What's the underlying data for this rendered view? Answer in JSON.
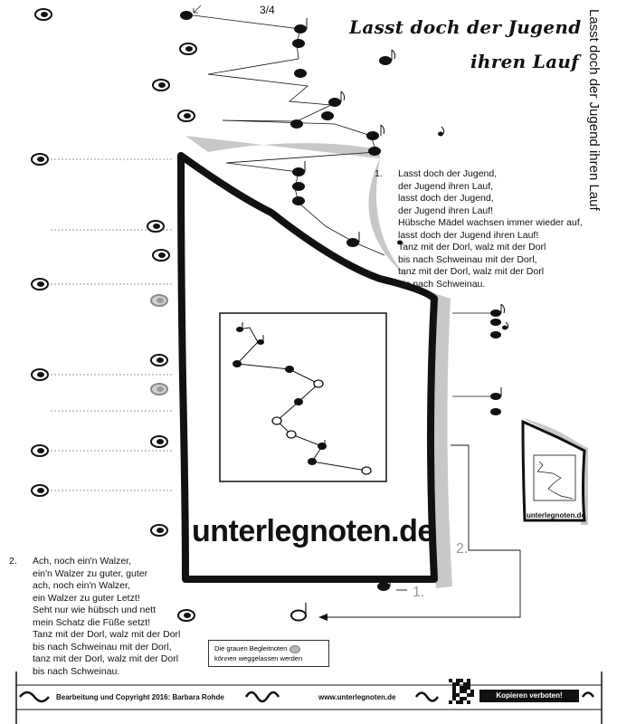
{
  "document": {
    "time_signature": "3/4",
    "title_line1": "Lasst doch der Jugend",
    "title_line2": "ihren Lauf",
    "vertical_title": "Lasst doch der Jugend ihren Lauf",
    "verse1": {
      "number": "1.",
      "lines": [
        "Lasst doch der Jugend,",
        "der Jugend ihren Lauf,",
        "lasst doch der Jugend,",
        "der Jugend ihren Lauf!",
        "Hübsche Mädel wachsen immer wieder auf,",
        "lasst doch der Jugend ihren Lauf!",
        "Tanz mit der Dorl, walz mit der Dorl",
        "bis nach Schweinau mit der Dorl,",
        "tanz mit der Dorl, walz mit der Dorl",
        "bis nach Schweinau."
      ]
    },
    "verse2": {
      "number": "2.",
      "lines": [
        "Ach, noch ein'n Walzer,",
        "ein'n Walzer zu guter, guter",
        "ach, noch ein'n Walzer,",
        "ein Walzer zu guter Letzt!",
        "Seht nur wie hübsch und nett",
        "mein Schatz die Füße setzt!",
        "Tanz mit der Dorl, walz mit der Dorl",
        "bis nach Schweinau mit der Dorl,",
        "tanz mit der Dorl, walz mit der Dorl",
        "bis nach Schweinau."
      ]
    },
    "repeat_marks": {
      "first": "1.",
      "second": "2."
    },
    "info_box": {
      "line1": "Die grauen Begleitnoten",
      "line2": "können weggelassen werden"
    },
    "brand": "unterlegnoten.de",
    "footer": {
      "copyright": "Bearbeitung und Copyright 2016: Barbara Rohde",
      "website": "www.unterlegnoten.de",
      "warning": "Kopieren verboten!"
    }
  },
  "colors": {
    "ink": "#111111",
    "grey_shadow": "#c8c8c8",
    "grey_note": "#b5b5b5"
  },
  "icons": [
    "qr-code-icon",
    "scroll-ornament-icon",
    "drum-note-icon"
  ]
}
